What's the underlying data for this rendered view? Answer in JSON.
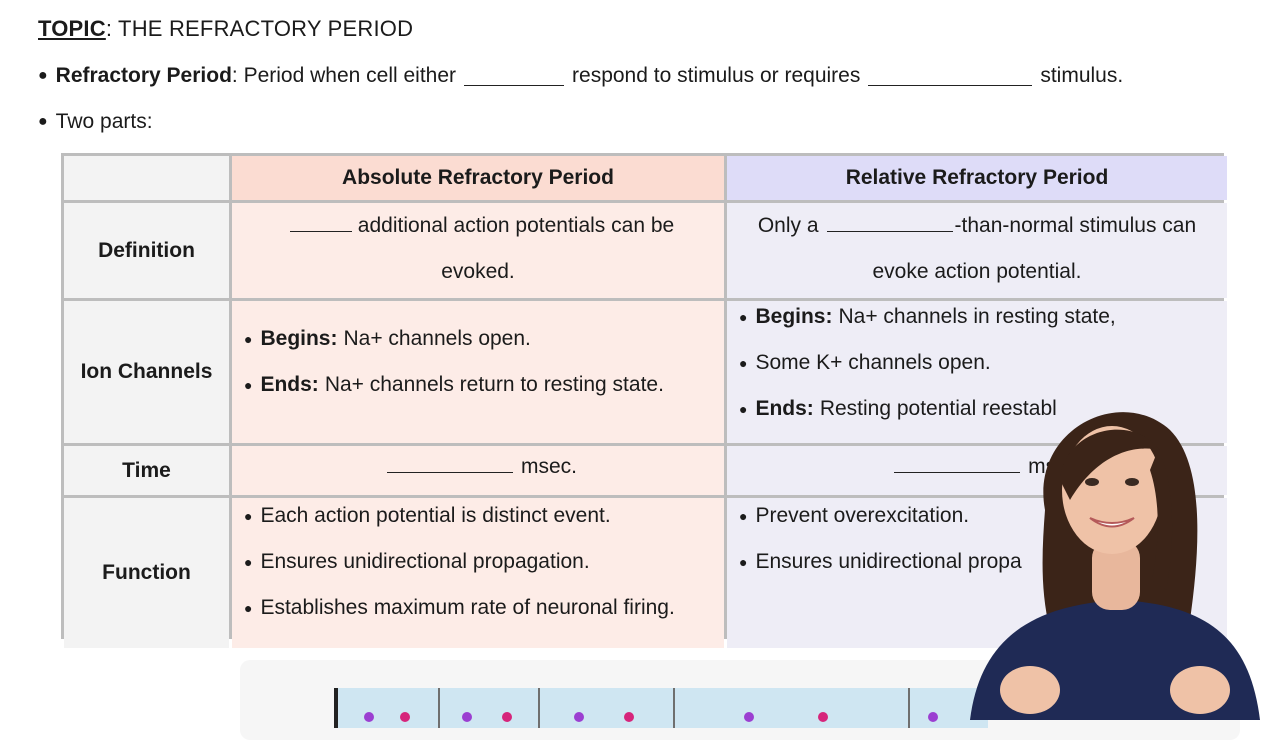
{
  "topic": {
    "prefix": "TOPIC",
    "rest": ": THE REFRACTORY PERIOD"
  },
  "refractory_line": {
    "term": "Refractory Period",
    "part1": ": Period when cell either",
    "part2": "respond to stimulus or requires",
    "part3": "stimulus."
  },
  "two_parts": "Two parts:",
  "table": {
    "headers": {
      "absolute": "Absolute Refractory Period",
      "relative": "Relative Refractory Period"
    },
    "rows": {
      "definition": {
        "label": "Definition",
        "abs_text": "additional action potentials can be",
        "abs_text2": "evoked.",
        "rel_pre": "Only a",
        "rel_post": "-than-normal stimulus can",
        "rel_text2": "evoke action potential."
      },
      "ion": {
        "label": "Ion Channels",
        "abs": [
          {
            "bold": "Begins:",
            "text": "Na+ channels open."
          },
          {
            "bold": "Ends:",
            "text": "Na+ channels return to resting state."
          }
        ],
        "rel": [
          {
            "bold": "Begins:",
            "text": "Na+ channels in resting state,"
          },
          {
            "bold": "",
            "text": "Some K+ channels open."
          },
          {
            "bold": "Ends:",
            "text": "Resting potential reestabl"
          }
        ]
      },
      "time": {
        "label": "Time",
        "abs_unit": "msec.",
        "rel_unit": "mse"
      },
      "function": {
        "label": "Function",
        "abs": [
          "Each action potential is distinct event.",
          "Ensures unidirectional propagation.",
          "Establishes maximum rate of neuronal firing."
        ],
        "rel": [
          "Prevent overexcitation.",
          "Ensures unidirectional propa"
        ]
      }
    }
  },
  "colors": {
    "abs_header": "#fbdcd2",
    "rel_header": "#dedcf8",
    "abs_cell": "#fdece7",
    "rel_cell": "#eeedf6",
    "label_cell": "#f3f3f3",
    "border": "#bdbdbd"
  }
}
